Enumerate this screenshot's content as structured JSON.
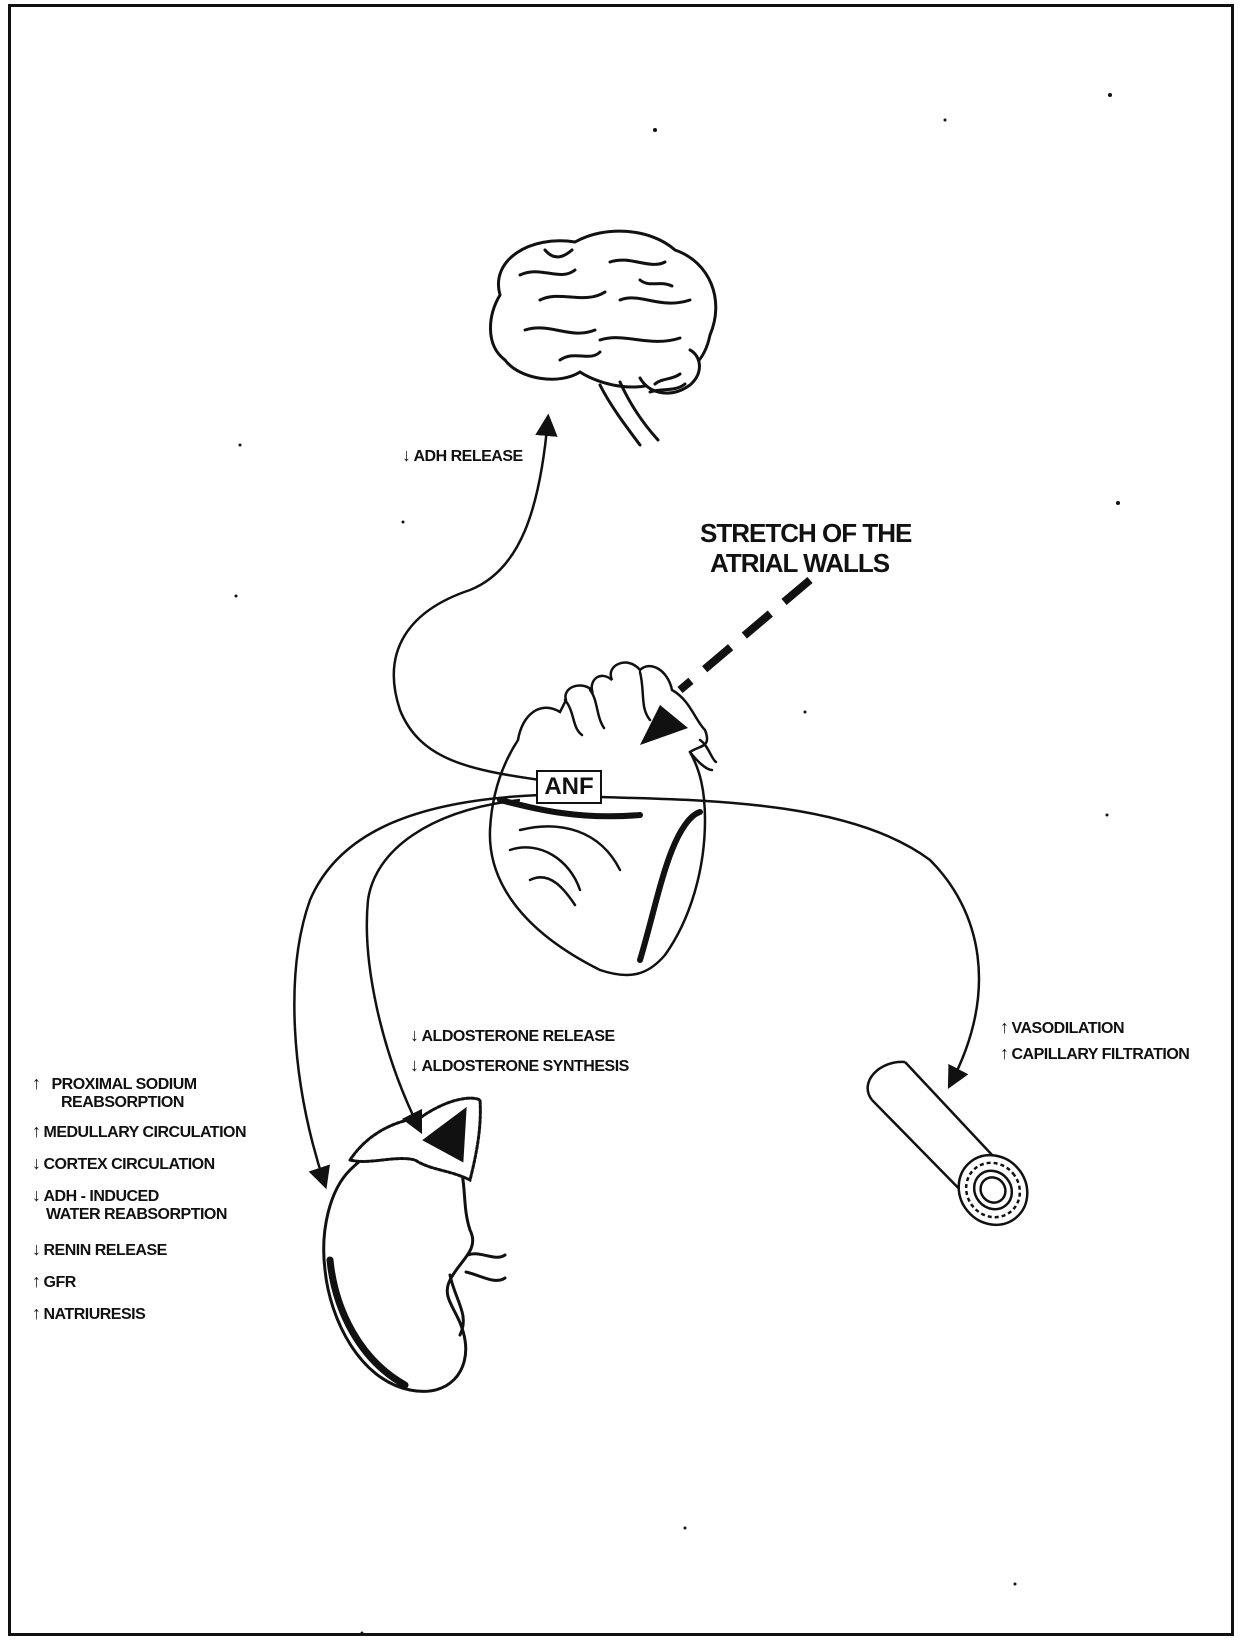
{
  "diagram": {
    "title_line1": "STRETCH OF THE",
    "title_line2": "ATRIAL WALLS",
    "center_label": "ANF",
    "brain_effect": "ADH RELEASE",
    "adrenal_effects": [
      "ALDOSTERONE RELEASE",
      "ALDOSTERONE SYNTHESIS"
    ],
    "vessel_effects": [
      "VASODILATION",
      "CAPILLARY FILTRATION"
    ],
    "kidney_effects": [
      {
        "line1": "PROXIMAL SODIUM",
        "line2": "REABSORPTION"
      },
      {
        "line1": "MEDULLARY CIRCULATION"
      },
      {
        "line1": "CORTEX CIRCULATION"
      },
      {
        "line1": "ADH - INDUCED",
        "line2": "WATER REABSORPTION"
      },
      {
        "line1": "RENIN RELEASE"
      },
      {
        "line1": "GFR"
      },
      {
        "line1": "NATRIURESIS"
      }
    ],
    "arrows": {
      "up": "↑",
      "down": "↓"
    }
  }
}
